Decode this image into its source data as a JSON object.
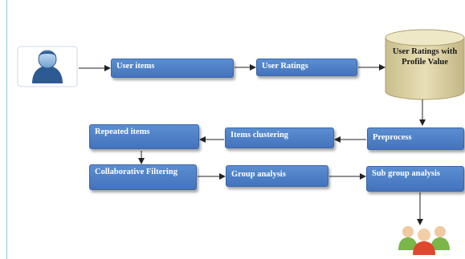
{
  "nodes": {
    "user_items": "User items",
    "user_ratings": "User Ratings",
    "db": "User Ratings with Profile Value",
    "preprocess": "Preprocess",
    "items_clustering": "Items clustering",
    "repeated_items": "Repeated items",
    "collaborative_filtering": "Collaborative Filtering",
    "group_analysis": "Group analysis",
    "sub_group_analysis": "Sub group analysis"
  },
  "icons": {
    "user": "user-icon",
    "group": "group-icon"
  },
  "colors": {
    "box": "#4a7cc4",
    "db": "#d9cfa0",
    "arrow": "#222222"
  }
}
